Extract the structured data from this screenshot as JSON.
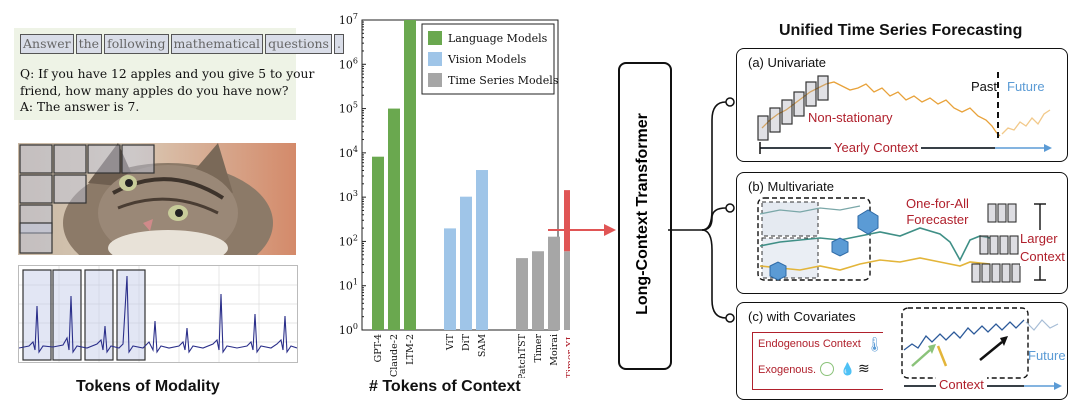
{
  "modality": {
    "prompt_tokens": [
      "Answer",
      "the",
      "following",
      "mathematical",
      "questions",
      "."
    ],
    "question_lines": [
      "Q: If you have 12 apples and you give 5 to your",
      "friend, how many apples do you have now?",
      "A: The answer is 7."
    ],
    "title": "Tokens of Modality"
  },
  "chart_data": {
    "type": "bar",
    "xlabel": "# Tokens of Context",
    "yscale": "log",
    "ylim": [
      1,
      10000000
    ],
    "ytick_labels": [
      "10^0",
      "10^1",
      "10^2",
      "10^3",
      "10^4",
      "10^5",
      "10^6",
      "10^7"
    ],
    "legend": [
      "Language Models",
      "Vision Models",
      "Time Series Models"
    ],
    "legend_position": "top-right",
    "groups": [
      {
        "name": "Language Models",
        "color": "#6aa84f",
        "bars": [
          {
            "label": "GPT-4",
            "value": 8192
          },
          {
            "label": "Claude-2",
            "value": 100000
          },
          {
            "label": "LTM-2",
            "value": 10000000
          }
        ]
      },
      {
        "name": "Vision Models",
        "color": "#9fc5e8",
        "bars": [
          {
            "label": "ViT",
            "value": 197
          },
          {
            "label": "DiT",
            "value": 1024
          },
          {
            "label": "SAM",
            "value": 4096
          }
        ]
      },
      {
        "name": "Time Series Models",
        "color": "#a6a6a6",
        "bars": [
          {
            "label": "PatchTST",
            "value": 42
          },
          {
            "label": "Timer",
            "value": 60
          },
          {
            "label": "Moirai",
            "value": 128
          },
          {
            "label": "Timer-XL",
            "value": 1440,
            "base": 60,
            "highlight": "#e05555"
          }
        ]
      }
    ]
  },
  "middle": {
    "transformer_label": "Long-Context Transformer"
  },
  "forecasting": {
    "title": "Unified Time Series Forecasting",
    "univariate": {
      "title": "(a) Univariate",
      "nonstationary": "Non-stationary",
      "past": "Past",
      "future": "Future",
      "context": "Yearly Context"
    },
    "multivariate": {
      "title": "(b) Multivariate",
      "forecaster_line1": "One-for-All",
      "forecaster_line2": "Forecaster",
      "larger1": "Larger",
      "larger2": "Context"
    },
    "covariates": {
      "title": "(c) with Covariates",
      "endogenous": "Endogenous Context",
      "exogenous": "Exogenous.",
      "context": "Context",
      "future": "Future"
    }
  },
  "colors": {
    "orange": "#e8a23a",
    "teal": "#3f8f86",
    "mustard": "#e3b53a",
    "navy": "#2c3e80",
    "red_text": "#b0202c",
    "future_blue": "#5b9bd5"
  }
}
